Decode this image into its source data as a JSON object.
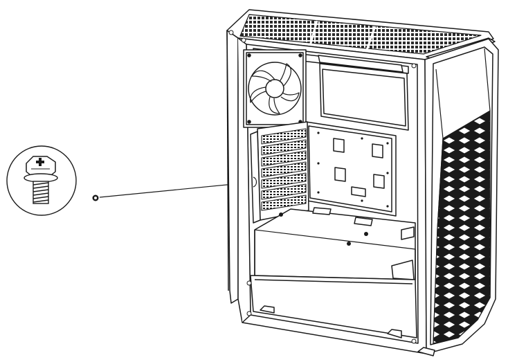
{
  "diagram": {
    "subject": "pc-case-assembly",
    "style": "black line art on white",
    "colors": {
      "line": "#1a1a1a",
      "mesh": "#2b2b2b",
      "background": "#ffffff"
    },
    "parts": [
      {
        "id": "screw-detail-callout",
        "icon": "screw-icon"
      },
      {
        "id": "screw",
        "icon": "screw-icon"
      },
      {
        "id": "pc-case",
        "icon": "computer-case-icon"
      },
      {
        "id": "rear-fan",
        "icon": "fan-icon"
      },
      {
        "id": "expansion-slots",
        "count": 7
      },
      {
        "id": "motherboard-tray"
      },
      {
        "id": "front-panel"
      },
      {
        "id": "top-mesh-panel"
      },
      {
        "id": "psu-shroud"
      }
    ]
  }
}
